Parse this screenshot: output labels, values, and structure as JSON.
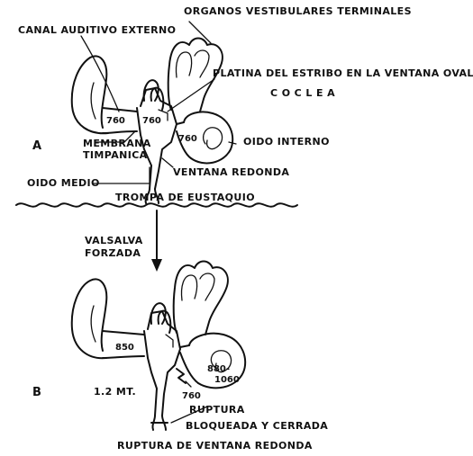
{
  "labels": {
    "organos": "ORGANOS VESTIBULARES TERMINALES",
    "canal": "CANAL AUDITIVO EXTERNO",
    "platina": "PLATINA DEL ESTRIBO EN LA VENTANA OVAL",
    "coclea": "C O C L E A",
    "oido_interno": "OIDO INTERNO",
    "membrana_1": "MEMBRANA",
    "membrana_2": "TIMPANICA",
    "panel_a": "A",
    "oido_medio": "OIDO MEDIO",
    "ventana_redonda": "VENTANA REDONDA",
    "trompa": "TROMPA DE EUSTAQUIO",
    "valsalva_1": "VALSALVA",
    "valsalva_2": "FORZADA",
    "panel_b": "B",
    "distance": "1.2 MT.",
    "ruptura": "RUPTURA",
    "bloqueada": "BLOQUEADA Y CERRADA",
    "caption": "RUPTURA DE VENTANA REDONDA"
  },
  "pressures_a": {
    "external": "760",
    "middle": "760",
    "inner": "760"
  },
  "pressures_b": {
    "external": "850",
    "inner_1": "880-",
    "inner_2": "1060",
    "middle": "760"
  }
}
